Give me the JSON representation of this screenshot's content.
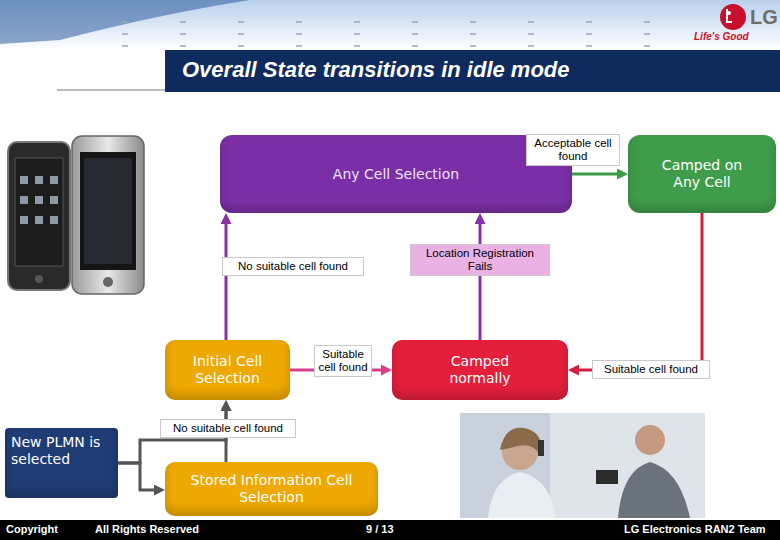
{
  "diagram": {
    "title": "Overall State transitions in idle mode",
    "nodes": [
      {
        "text": [
          "Any Cell Selection"
        ]
      },
      {
        "text": [
          "Camped on Any Cell"
        ]
      },
      {
        "text": [
          "Initial Cell Selection"
        ]
      },
      {
        "text": [
          "Camped normally"
        ]
      },
      {
        "text": [
          "New PLMN is selected"
        ]
      },
      {
        "text": [
          "Stored Information Cell Selection"
        ]
      }
    ],
    "edges": [
      {
        "from": 0,
        "to": 1,
        "label": "Acceptable cell found",
        "arrow": "to"
      },
      {
        "from": 2,
        "to": 0,
        "label": "No suitable cell found",
        "arrow": "to"
      },
      {
        "from": 3,
        "to": 0,
        "label": "Location Registration Fails",
        "arrow": "to"
      },
      {
        "from": 2,
        "to": 3,
        "label": "Suitable cell found",
        "arrow": "to"
      },
      {
        "from": 1,
        "to": 3,
        "label": "Suitable cell found",
        "arrow": "to"
      },
      {
        "from": 5,
        "to": 2,
        "label": "No suitable cell found",
        "arrow": "to"
      },
      {
        "from": 4,
        "to": 5,
        "arrow": "to"
      },
      {
        "from": 4,
        "to": 2,
        "arrow": "to"
      }
    ],
    "labels": [
      "LG",
      "Life's Good",
      "Copyright",
      "All Rights Reserved",
      "9 / 13",
      "LG Electronics RAN2 Team"
    ]
  }
}
